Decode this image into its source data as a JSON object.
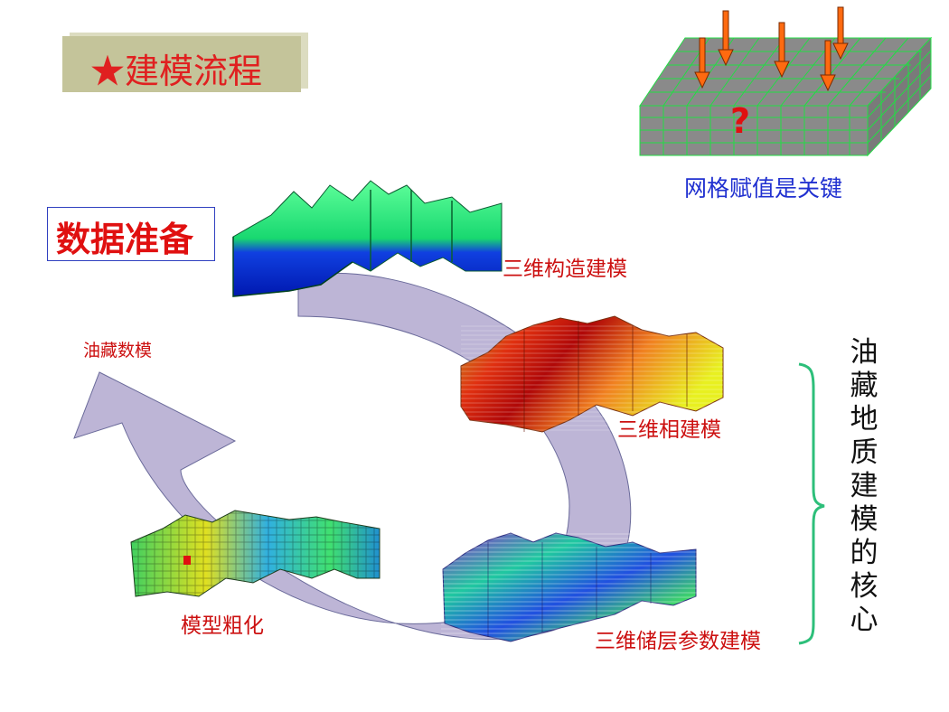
{
  "title": "★建模流程",
  "data_prep": "数据准备",
  "steps": {
    "structure": "三维构造建模",
    "facies": "三维相建模",
    "parameter": "三维储层参数建模",
    "upscale": "模型粗化",
    "simulation": "油藏数模"
  },
  "grid_caption": "网格赋值是关键",
  "question_mark": "?",
  "core_label": "油藏地质建模的核心",
  "colors": {
    "title_red": "#e02020",
    "label_red": "#cc1010",
    "caption_blue": "#2030d0",
    "arrow_fill": "#bdb5d6",
    "brace_green": "#2dbf7a",
    "grid_green": "#22dd44",
    "pin_orange": "#ff6a10"
  }
}
